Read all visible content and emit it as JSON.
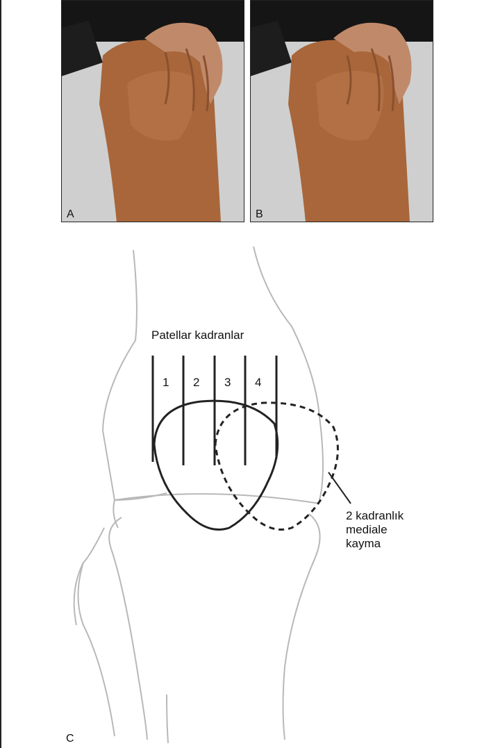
{
  "panels": {
    "a": {
      "label": "A"
    },
    "b": {
      "label": "B"
    },
    "c": {
      "label": "C"
    }
  },
  "diagram": {
    "title": "Patellar kadranlar",
    "quadrants": [
      "1",
      "2",
      "3",
      "4"
    ],
    "annotation": [
      "2 kadranlık",
      "mediale",
      "kayma"
    ]
  }
}
